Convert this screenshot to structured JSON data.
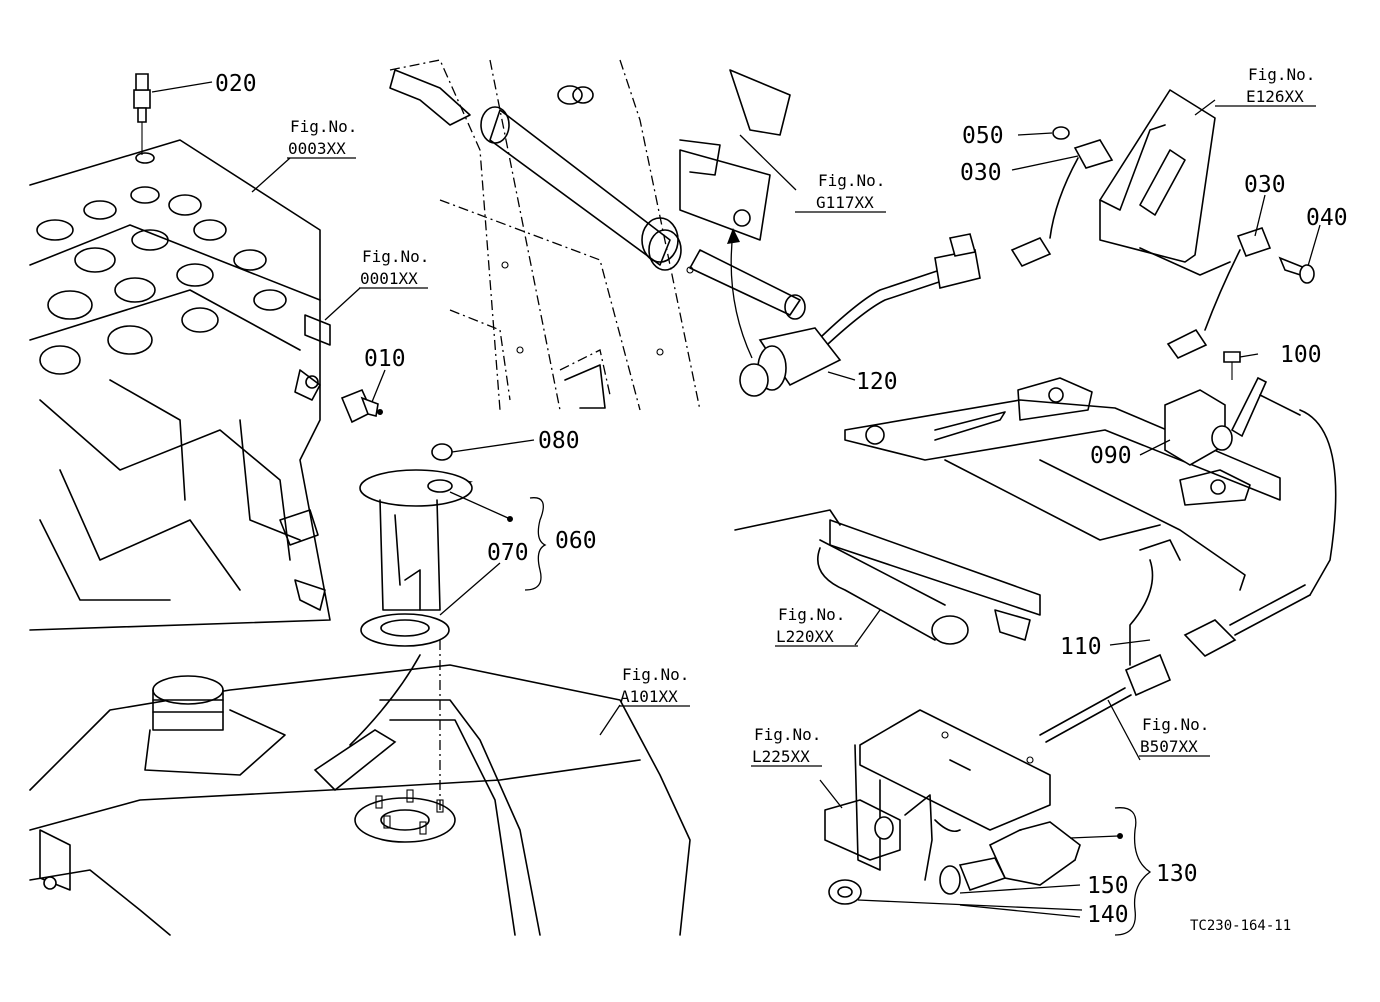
{
  "parts": [
    {
      "id": "p020",
      "number": "020"
    },
    {
      "id": "p010",
      "number": "010"
    },
    {
      "id": "p080",
      "number": "080"
    },
    {
      "id": "p060",
      "number": "060"
    },
    {
      "id": "p070",
      "number": "070"
    },
    {
      "id": "p120",
      "number": "120"
    },
    {
      "id": "p050",
      "number": "050"
    },
    {
      "id": "p030a",
      "number": "030"
    },
    {
      "id": "p030b",
      "number": "030"
    },
    {
      "id": "p040",
      "number": "040"
    },
    {
      "id": "p100",
      "number": "100"
    },
    {
      "id": "p090",
      "number": "090"
    },
    {
      "id": "p110",
      "number": "110"
    },
    {
      "id": "p130",
      "number": "130"
    },
    {
      "id": "p150",
      "number": "150"
    },
    {
      "id": "p140",
      "number": "140"
    }
  ],
  "figure_refs": [
    {
      "id": "r0003",
      "label": "Fig.No.",
      "code": "0003XX"
    },
    {
      "id": "r0001",
      "label": "Fig.No.",
      "code": "0001XX"
    },
    {
      "id": "rG117",
      "label": "Fig.No.",
      "code": "G117XX"
    },
    {
      "id": "rE126",
      "label": "Fig.No.",
      "code": "E126XX"
    },
    {
      "id": "rL220",
      "label": "Fig.No.",
      "code": "L220XX"
    },
    {
      "id": "rA101",
      "label": "Fig.No.",
      "code": "A101XX"
    },
    {
      "id": "rL225",
      "label": "Fig.No.",
      "code": "L225XX"
    },
    {
      "id": "rB507",
      "label": "Fig.No.",
      "code": "B507XX"
    }
  ],
  "drawing_code": "TC230-164-11"
}
